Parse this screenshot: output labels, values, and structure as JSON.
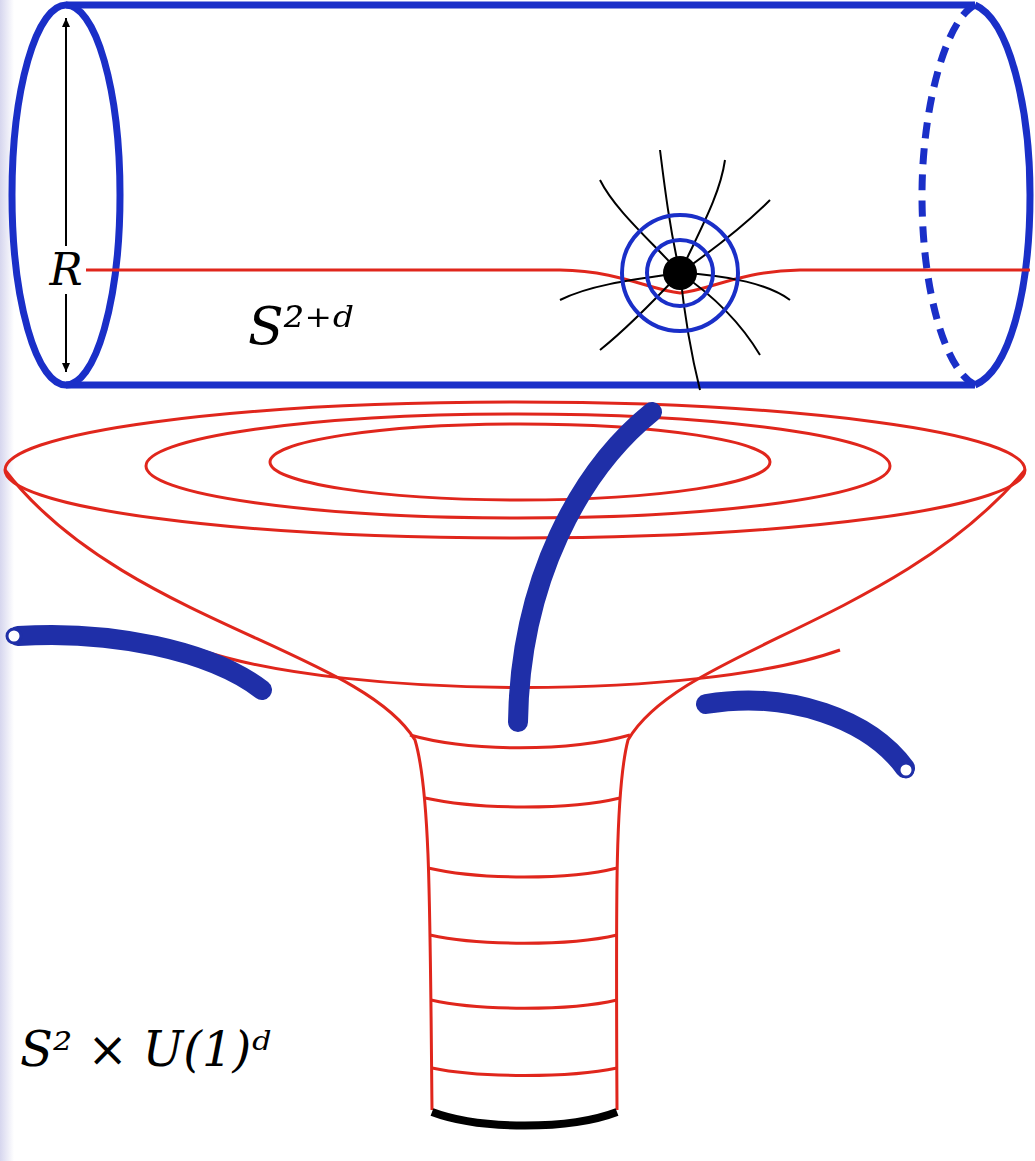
{
  "diagram": {
    "labels": [
      "R",
      "S²⁺ᵈ",
      "S² × U(1)ᵈ"
    ]
  }
}
